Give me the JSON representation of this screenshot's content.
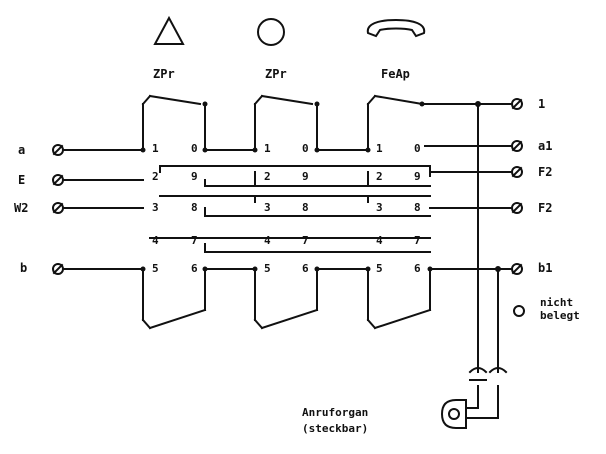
{
  "symbols": {
    "left": "triangle-symbol",
    "middle": "circle-symbol",
    "right": "handset-symbol"
  },
  "switches": [
    {
      "label": "ZPr"
    },
    {
      "label": "ZPr"
    },
    {
      "label": "FeAp"
    }
  ],
  "left_terminals": {
    "a": "a",
    "E": "E",
    "W2": "W2",
    "b": "b"
  },
  "right_terminals": {
    "t1": "1",
    "a1": "a1",
    "f2_upper": "F2",
    "f2_lower": "F2",
    "b1": "b1",
    "unused": "nicht\nbelegt"
  },
  "pin_numbers": {
    "left_column": [
      "1",
      "2",
      "3",
      "4",
      "5"
    ],
    "right_column": [
      "0",
      "9",
      "8",
      "7",
      "6"
    ]
  },
  "device": {
    "label_line1": "Anruforgan",
    "label_line2": "(steckbar)"
  }
}
